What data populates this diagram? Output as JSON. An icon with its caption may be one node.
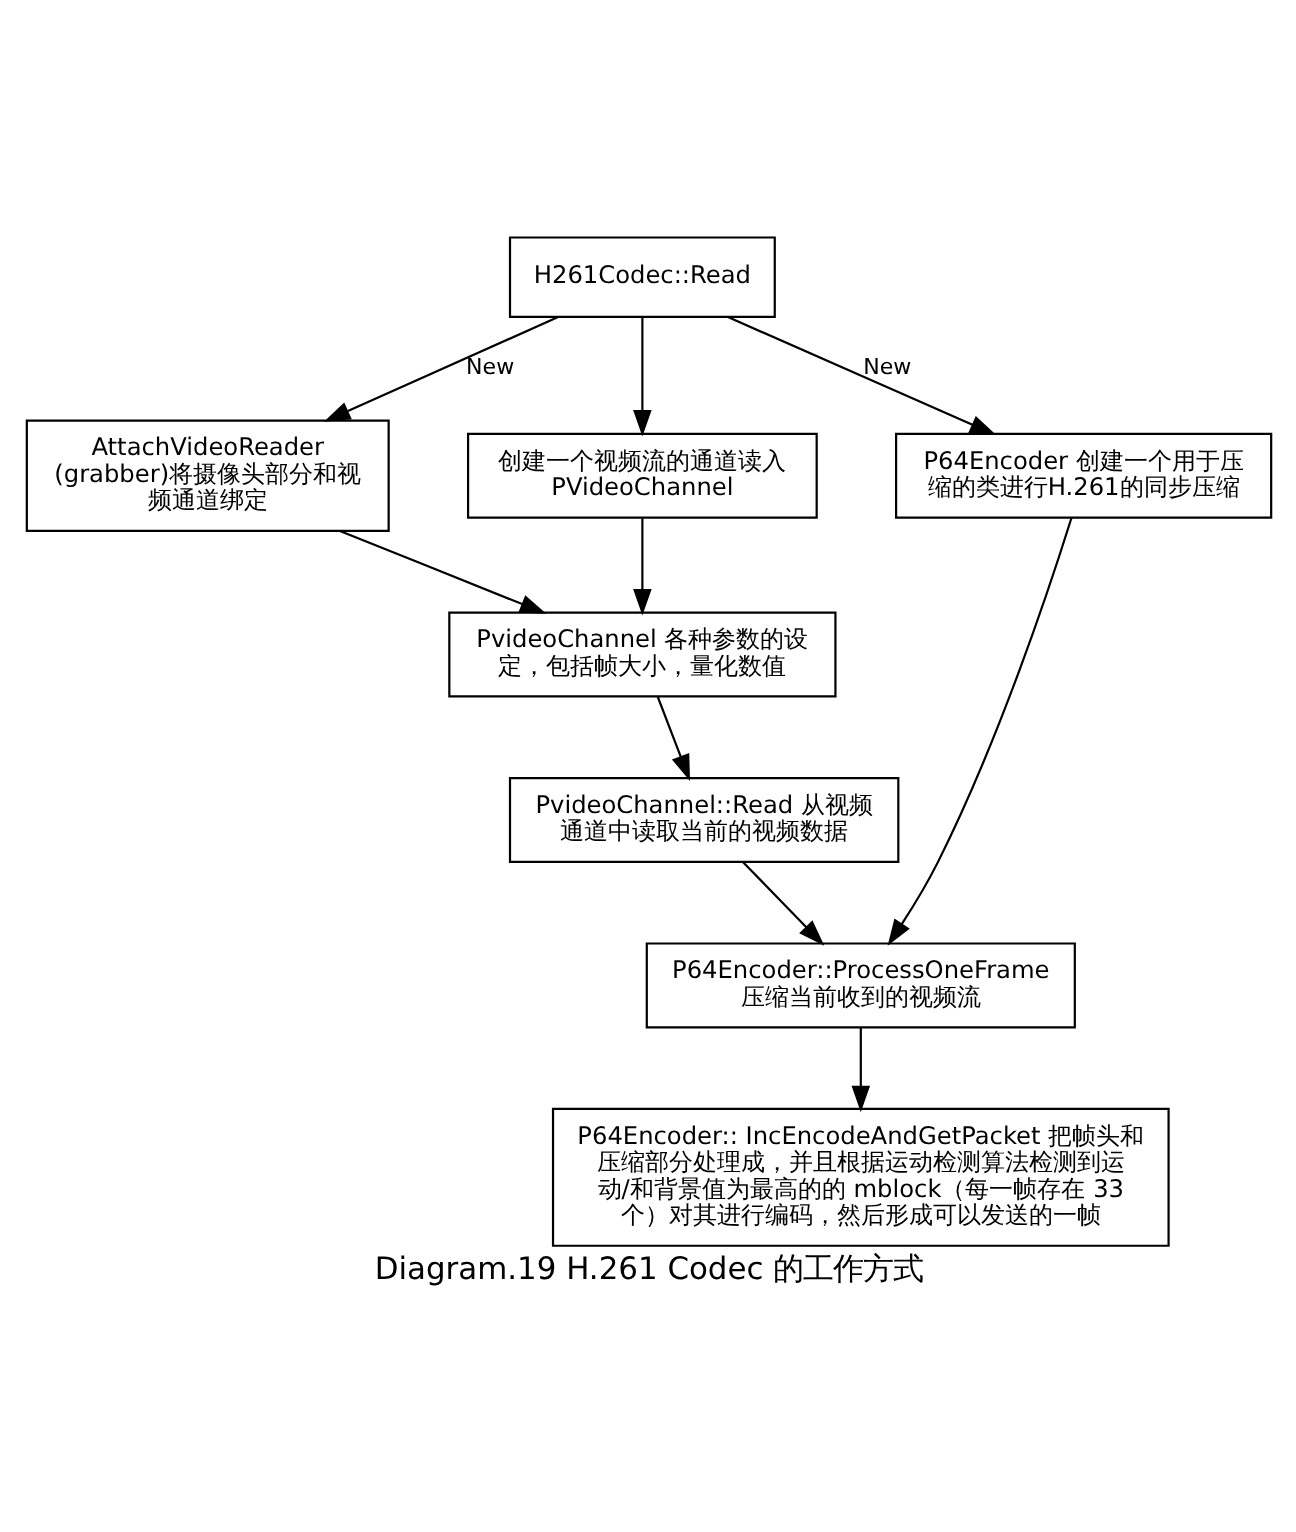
{
  "diagram": {
    "caption": "Diagram.19 H.261 Codec 的工作方式",
    "nodes": [
      {
        "text": [
          "H261Codec::Read"
        ]
      },
      {
        "text": [
          "AttachVideoReader (grabber)将摄像头部分和视频通道绑定"
        ]
      },
      {
        "text": [
          "创建一个视频流的通道读入PVideoChannel"
        ]
      },
      {
        "text": [
          "P64Encoder 创建一个用于压缩的类进行H.261的同步压缩"
        ]
      },
      {
        "text": [
          "PvideoChannel 各种参数的设定，包括帧大小，量化数值"
        ]
      },
      {
        "text": [
          "PvideoChannel::Read 从视频通道中读取当前的视频数据"
        ]
      },
      {
        "text": [
          "P64Encoder::ProcessOneFrame 压缩当前收到的视频流"
        ]
      },
      {
        "text": [
          "P64Encoder:: IncEncodeAndGetPacket 把帧头和压缩部分处理成，并且根据运动检测算法检测到运动/和背景值为最高的的 mblock（每一帧存在 33 个）对其进行编码，然后形成可以发送的一帧"
        ]
      }
    ],
    "edges": [
      {
        "from": 0,
        "to": 1,
        "arrow": "to",
        "label": "New"
      },
      {
        "from": 0,
        "to": 2,
        "arrow": "to"
      },
      {
        "from": 0,
        "to": 3,
        "arrow": "to",
        "label": "New"
      },
      {
        "from": 1,
        "to": 4,
        "arrow": "to"
      },
      {
        "from": 2,
        "to": 4,
        "arrow": "to"
      },
      {
        "from": 4,
        "to": 5,
        "arrow": "to"
      },
      {
        "from": 5,
        "to": 6,
        "arrow": "to"
      },
      {
        "from": 3,
        "to": 6,
        "arrow": "to"
      },
      {
        "from": 6,
        "to": 7,
        "arrow": "to"
      }
    ]
  }
}
